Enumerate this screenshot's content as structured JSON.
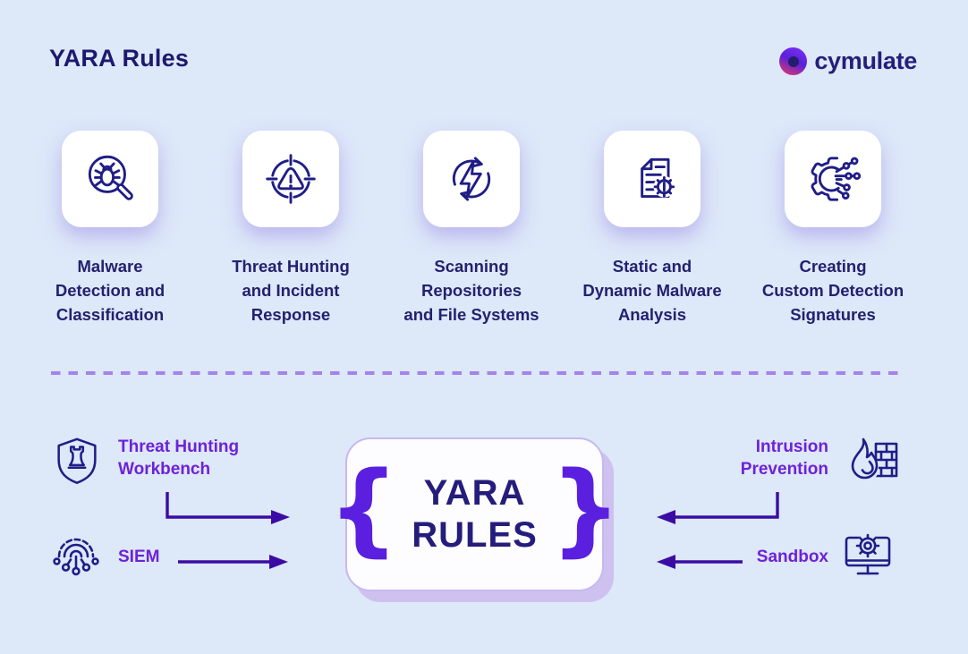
{
  "header": {
    "title": "YARA Rules",
    "brand": "cymulate"
  },
  "colors": {
    "bg": "#dde8f9",
    "navy": "#23216f",
    "stroke": "#201d87",
    "purple": "#6d22d8",
    "arrow": "#3a0ca3",
    "brace": "#5a1fdf",
    "dash": "#a483ea",
    "box-border": "#c7b8f0",
    "box-shadow": "#cec1ef"
  },
  "capabilities": [
    {
      "icon": "bug-magnifier-icon",
      "label": "Malware\nDetection and\nClassification"
    },
    {
      "icon": "target-alert-icon",
      "label": "Threat Hunting\nand Incident\nResponse"
    },
    {
      "icon": "sync-lightning-icon",
      "label": "Scanning\nRepositories\nand File Systems"
    },
    {
      "icon": "document-bug-icon",
      "label": "Static and\nDynamic Malware\nAnalysis"
    },
    {
      "icon": "gear-circuit-icon",
      "label": "Creating\nCustom Detection\nSignatures"
    }
  ],
  "center": {
    "brace_left": "{",
    "brace_right": "}",
    "line1": "YARA",
    "line2": "RULES"
  },
  "integrations": {
    "left": [
      {
        "icon": "shield-rook-icon",
        "label": "Threat Hunting\nWorkbench"
      },
      {
        "icon": "siem-circuit-icon",
        "label": "SIEM"
      }
    ],
    "right": [
      {
        "icon": "firewall-icon",
        "label": "Intrusion\nPrevention"
      },
      {
        "icon": "sandbox-monitor-icon",
        "label": "Sandbox"
      }
    ]
  }
}
